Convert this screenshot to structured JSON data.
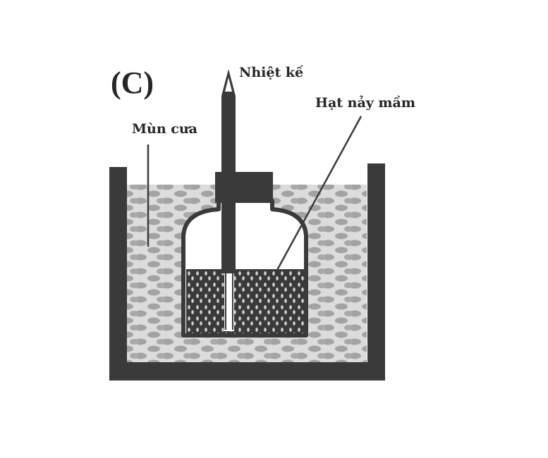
{
  "figure": {
    "panel_label": "(C)",
    "labels": {
      "thermometer": "Nhiệt kế",
      "germinating_seeds": "Hạt nảy mầm",
      "sawdust": "Mùn cưa"
    }
  },
  "colors": {
    "ink": "#3a3a3a",
    "sawdust_fill": "#a3a3a3",
    "sawdust_bg": "#dcdcdc",
    "seed_fill": "#c8c8c8",
    "background": "#ffffff"
  }
}
